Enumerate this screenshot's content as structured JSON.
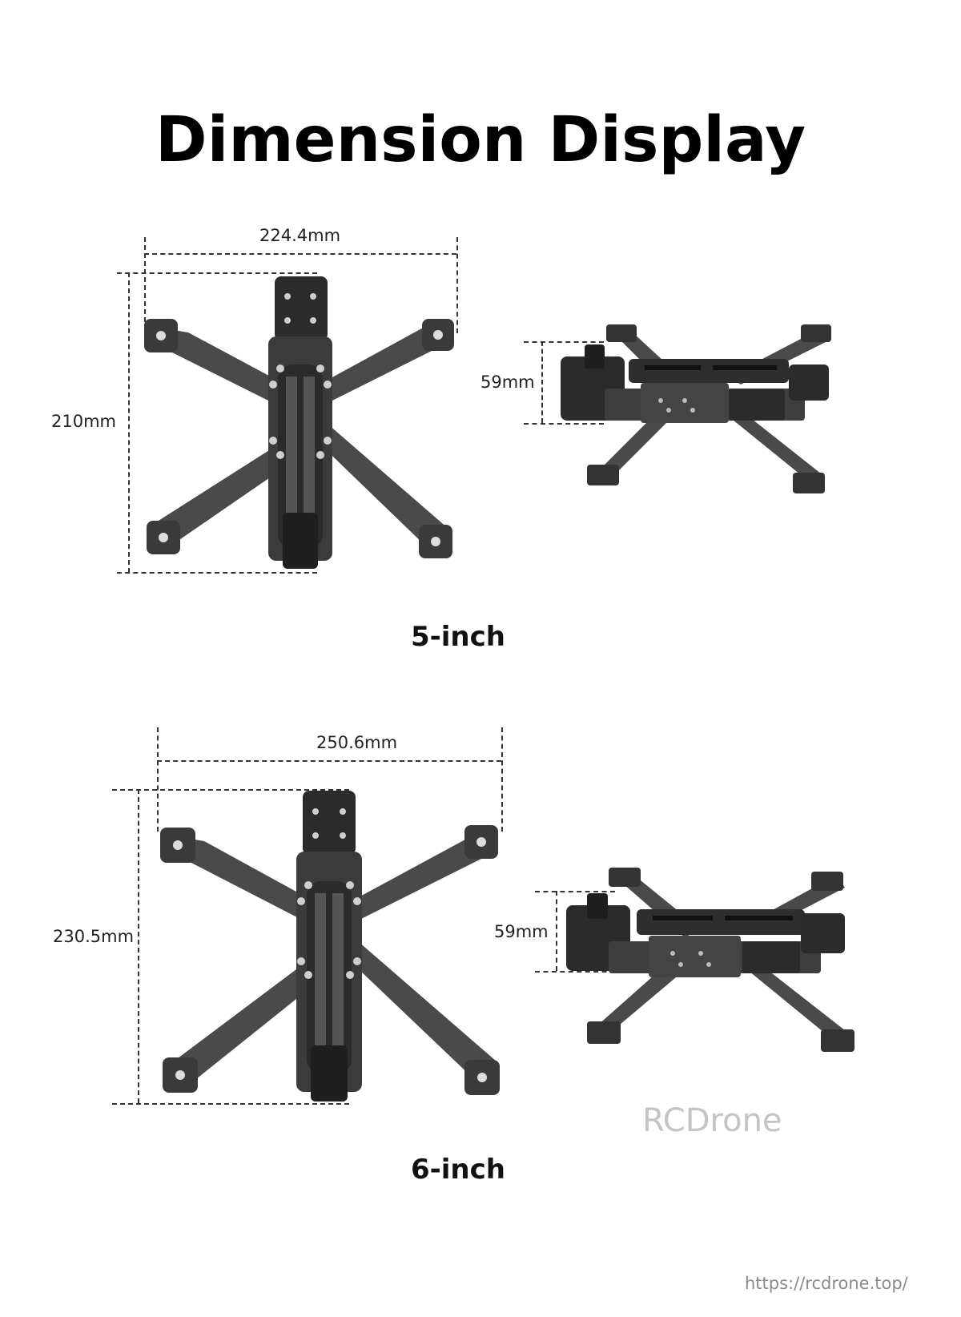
{
  "title": "Dimension Display",
  "sections": [
    {
      "id": "5-inch",
      "size_label": "5-inch",
      "top_view": {
        "width_label": "224.4mm",
        "height_label": "210mm"
      },
      "side_view": {
        "height_label": "59mm"
      }
    },
    {
      "id": "6-inch",
      "size_label": "6-inch",
      "top_view": {
        "width_label": "250.6mm",
        "height_label": "230.5mm"
      },
      "side_view": {
        "height_label": "59mm"
      }
    }
  ],
  "watermark": "RCDrone",
  "url": "https://rcdrone.top/",
  "colors": {
    "frame_dark": "#2b2b2b",
    "frame_mid": "#4a4a4a",
    "dash": "#333333",
    "watermark": "#c4c4c4"
  }
}
